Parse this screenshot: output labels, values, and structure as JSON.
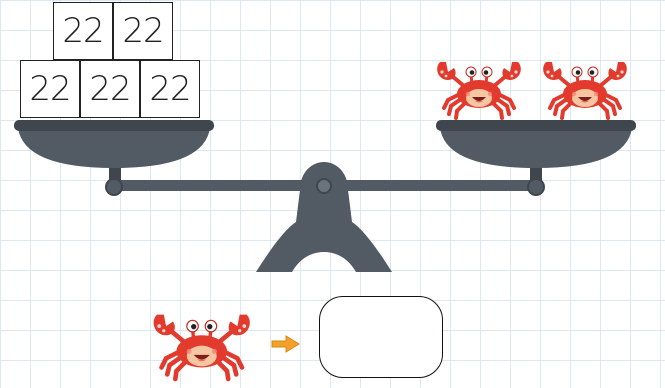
{
  "left_pan": {
    "top_row": [
      "22",
      "22"
    ],
    "bottom_row": [
      "22",
      "22",
      "22"
    ]
  },
  "right_pan": {
    "crab_count": 2
  },
  "question": {
    "crab_count": 1,
    "answer": ""
  },
  "colors": {
    "scale": "#525a63",
    "scale_dark": "#3f464e",
    "crab_red": "#e23b2e",
    "crab_face": "#f6c5a2",
    "arrow": "#f2a12b"
  },
  "icons": {
    "crab": "crab-icon",
    "arrow": "arrow-right-icon"
  }
}
